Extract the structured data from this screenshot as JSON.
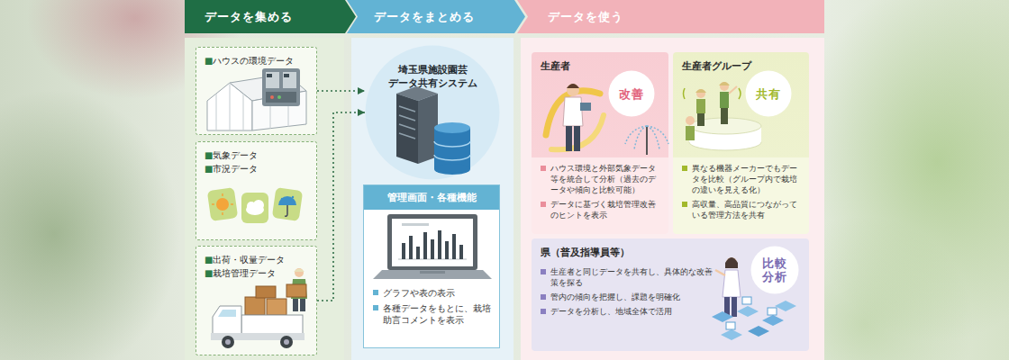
{
  "diagram": {
    "nodes": [
      {
        "text": [
          "データを集める"
        ]
      },
      {
        "text": [
          "データをまとめる"
        ]
      },
      {
        "text": [
          "データを使う"
        ]
      },
      {
        "text": [
          "■ハウスの環境データ"
        ]
      },
      {
        "text": [
          "■気象データ",
          "■市況データ"
        ]
      },
      {
        "text": [
          "■出荷・収量データ",
          "■栽培管理データ"
        ]
      },
      {
        "text": [
          "埼玉県施設園芸 データ共有システム"
        ]
      },
      {
        "text": [
          "管理画面・各種機能",
          "グラフや表の表示",
          "各種データをもとに、栽培助言コメントを表示"
        ]
      },
      {
        "text": [
          "生産者",
          "ハウス環境と外部気象データ等を統合して分析（過去のデータや傾向と比較可能）",
          "データに基づく栽培管理改善のヒントを表示"
        ]
      },
      {
        "text": [
          "改善"
        ],
        "in": 8
      },
      {
        "text": [
          "生産者グループ",
          "異なる機器メーカーでもデータを比較（グループ内で栽培の違いを見える化）",
          "高収量、高品質につながっている管理方法を共有"
        ]
      },
      {
        "text": [
          "共有"
        ],
        "in": 10
      },
      {
        "text": [
          "県（普及指導員等）",
          "生産者と同じデータを共有し、具体的な改善策を探る",
          "管内の傾向を把握し、課題を明確化",
          "データを分析し、地域全体で活用"
        ]
      },
      {
        "text": [
          "比較 分析"
        ],
        "in": 12
      }
    ],
    "edges": [
      {
        "from": 3,
        "to": 6,
        "arrow": "to"
      },
      {
        "from": 5,
        "to": 6,
        "arrow": "to"
      }
    ]
  }
}
